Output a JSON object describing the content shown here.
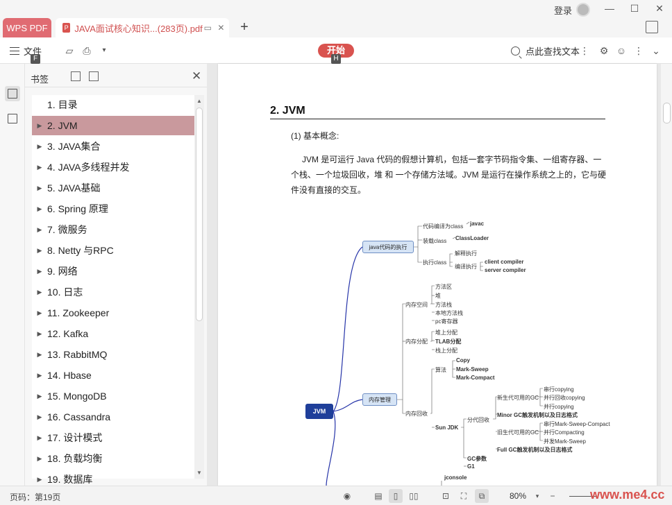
{
  "titlebar": {
    "wps_tab": "WPS PDF",
    "doc_tab_title": "JAVA面试核心知识...(283页).pdf",
    "login_label": "登录"
  },
  "toolbar": {
    "file_label": "文件",
    "file_keytip": "F",
    "start_label": "开始",
    "start_keytip": "H",
    "search_label": "点此查找文本"
  },
  "bookmark": {
    "title": "书签",
    "items": [
      {
        "label": "1. 目录",
        "expandable": false
      },
      {
        "label": "2. JVM",
        "expandable": true,
        "selected": true
      },
      {
        "label": "3. JAVA集合",
        "expandable": true
      },
      {
        "label": "4. JAVA多线程并发",
        "expandable": true
      },
      {
        "label": "5. JAVA基础",
        "expandable": true
      },
      {
        "label": "6. Spring 原理",
        "expandable": true
      },
      {
        "label": "7.    微服务",
        "expandable": true
      },
      {
        "label": "8. Netty 与RPC",
        "expandable": true
      },
      {
        "label": "9. 网络",
        "expandable": true
      },
      {
        "label": "10. 日志",
        "expandable": true
      },
      {
        "label": "11. Zookeeper",
        "expandable": true
      },
      {
        "label": "12. Kafka",
        "expandable": true
      },
      {
        "label": "13. RabbitMQ",
        "expandable": true
      },
      {
        "label": "14. Hbase",
        "expandable": true
      },
      {
        "label": "15. MongoDB",
        "expandable": true
      },
      {
        "label": "16. Cassandra",
        "expandable": true
      },
      {
        "label": "17. 设计模式",
        "expandable": true
      },
      {
        "label": "18. 负载均衡",
        "expandable": true
      },
      {
        "label": "19. 数据库",
        "expandable": true
      }
    ]
  },
  "document": {
    "heading": "2. JVM",
    "basic_concept": "(1) 基本概念:",
    "body": "JVM 是可运行 Java 代码的假想计算机，包括一套字节码指令集、一组寄存器、一个栈、一个垃圾回收，堆 和 一个存储方法域。JVM 是运行在操作系统之上的，它与硬件没有直接的交互。"
  },
  "mindmap": {
    "root": "JVM",
    "branch1": "java代码的执行",
    "b1_compile": "代码编译为class",
    "b1_javac": "javac",
    "b1_load": "装载class",
    "b1_classloader": "ClassLoader",
    "b1_exec": "执行class",
    "b1_interp": "解释执行",
    "b1_compile_exec": "编译执行",
    "b1_client": "client compiler",
    "b1_server": "server compiler",
    "branch2": "内存管理",
    "mem_space": "内存空间",
    "mem_method": "方法区",
    "mem_heap": "堆",
    "mem_stack": "方法栈",
    "mem_native": "本地方法栈",
    "mem_pc": "pc寄存器",
    "mem_alloc": "内存分配",
    "alloc_heap": "堆上分配",
    "alloc_tlab": "TLAB分配",
    "alloc_stack": "栈上分配",
    "mem_gc": "内存回收",
    "gc_algo": "算法",
    "gc_copy": "Copy",
    "gc_ms": "Mark-Sweep",
    "gc_mc": "Mark-Compact",
    "sun_jdk": "Sun JDK",
    "gen_gc": "分代回收",
    "young_gc": "新生代可用的GC",
    "young_serial": "串行copying",
    "young_parallel": "并行回收copying",
    "young_concurrent": "并行copying",
    "minor_gc": "Minor GC触发机制以及日志格式",
    "old_gc": "旧生代可用的GC",
    "old_serial": "串行Mark-Sweep-Compact",
    "old_parallel": "并行Compacting",
    "old_concurrent": "并发Mark-Sweep",
    "full_gc": "Full GC触发机制以及日志格式",
    "gc_params": "GC参数",
    "g1": "G1",
    "jconsole": "jconsole"
  },
  "status": {
    "page_indicator": "页码：第19页",
    "zoom": "80%",
    "watermark": "www.me4.cc"
  },
  "colors": {
    "accent": "#d9534f",
    "selected_bookmark": "#c9999d",
    "mindmap_root": "#1f3f9a",
    "mindmap_node": "#d6e4f5"
  }
}
